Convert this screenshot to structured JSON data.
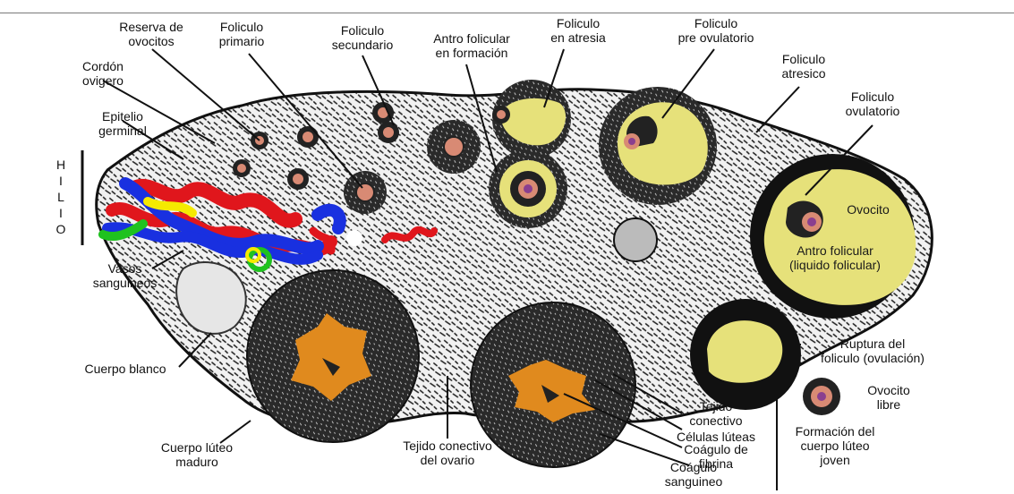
{
  "colors": {
    "stroma": "#efefef",
    "outline": "#111111",
    "follicle_fluid": "#e6e17a",
    "oocyte": "#d88a74",
    "nucleus": "#8a3f8f",
    "corpus_luteum": "#e08a1e",
    "vessel_red": "#e0161c",
    "vessel_blue": "#1930e0",
    "vessel_green": "#1fc21f",
    "vessel_yellow": "#f5ea00"
  },
  "labels": {
    "reserva": "Reserva de\novocitos",
    "primario": "Foliculo\nprimario",
    "secundario": "Foliculo\nsecundario",
    "antro_formacion": "Antro folicular\nen formación",
    "atresia": "Foliculo\nen atresia",
    "preovulatorio": "Foliculo\npre ovulatorio",
    "atresico": "Foliculo\natresico",
    "ovulatorio": "Foliculo\novulatorio",
    "cordon": "Cordón\novigero",
    "epitelio": "Epitelio\ngerminal",
    "hilio": "HILIO",
    "vasos": "Vasos\nsanguineos",
    "ovocito": "Ovocito",
    "antro": "Antro folicular\n(liquido folicular)",
    "cuerpo_blanco": "Cuerpo blanco",
    "ruptura": "Ruptura del\nfoliculo (ovulación)",
    "ovocito_libre": "Ovocito\nlibre",
    "formacion_luteo": "Formación del\ncuerpo lúteo\njoven",
    "tejido_conectivo": "Tejido\nconectivo",
    "celulas_luteas": "Células lúteas",
    "coagulo_fibrina": "Coágulo de\nfibrina",
    "coagulo_sanguineo": "Coágulo\nsanguineo",
    "tejido_ovario": "Tejido conectivo\ndel ovario",
    "luteo_maduro": "Cuerpo lúteo\nmaduro"
  }
}
